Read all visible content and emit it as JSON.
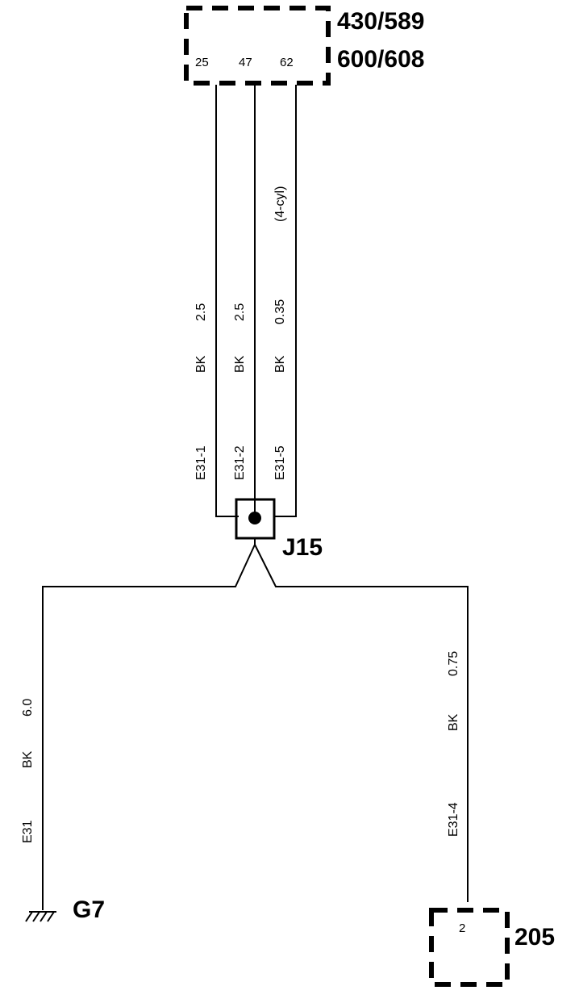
{
  "colors": {
    "line": "#000000",
    "background": "#ffffff"
  },
  "components": {
    "top_connector": {
      "label_line1": "430/589",
      "label_line2": "600/608",
      "pins": [
        "25",
        "47",
        "62"
      ]
    },
    "junction": {
      "label": "J15"
    },
    "ground": {
      "label": "G7",
      "icon": "ground-symbol"
    },
    "bottom_connector": {
      "label": "205",
      "pin": "2"
    }
  },
  "wires": {
    "w1": {
      "color": "BK",
      "size": "2.5",
      "circuit": "E31-1"
    },
    "w2": {
      "color": "BK",
      "size": "2.5",
      "circuit": "E31-2"
    },
    "w3": {
      "color": "BK",
      "size": "0.35",
      "circuit": "E31-5",
      "note": "(4-cyl)"
    },
    "w_ground": {
      "color": "BK",
      "size": "6.0",
      "circuit": "E31"
    },
    "w_205": {
      "color": "BK",
      "size": "0.75",
      "circuit": "E31-4"
    }
  }
}
